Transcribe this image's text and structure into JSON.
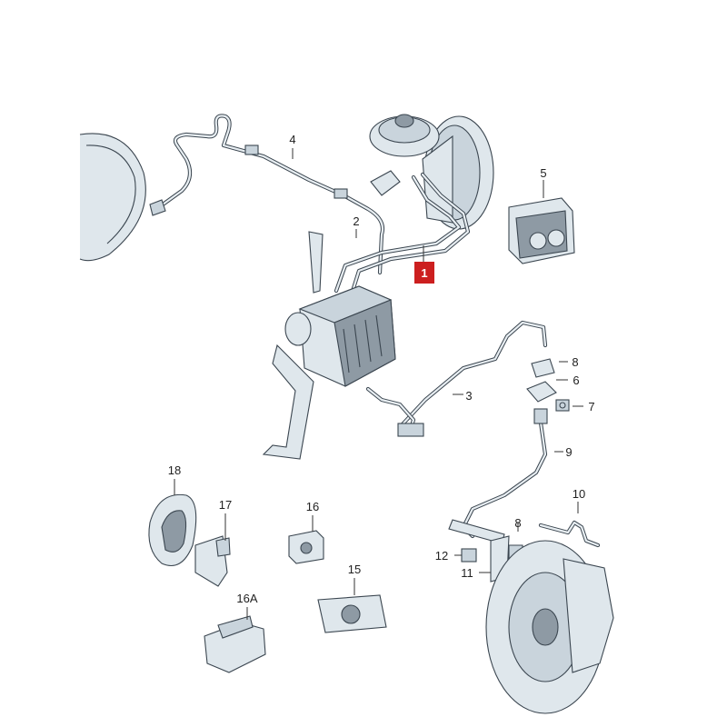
{
  "diagram": {
    "callouts": [
      {
        "id": "c1",
        "label": "1",
        "highlight": true
      },
      {
        "id": "c2",
        "label": "2"
      },
      {
        "id": "c3",
        "label": "3"
      },
      {
        "id": "c4",
        "label": "4"
      },
      {
        "id": "c5",
        "label": "5"
      },
      {
        "id": "c6",
        "label": "6"
      },
      {
        "id": "c7",
        "label": "7"
      },
      {
        "id": "c8a",
        "label": "8"
      },
      {
        "id": "c8b",
        "label": "8"
      },
      {
        "id": "c9",
        "label": "9"
      },
      {
        "id": "c10",
        "label": "10"
      },
      {
        "id": "c11",
        "label": "11"
      },
      {
        "id": "c12",
        "label": "12"
      },
      {
        "id": "c15",
        "label": "15"
      },
      {
        "id": "c16",
        "label": "16"
      },
      {
        "id": "c16a",
        "label": "16A"
      },
      {
        "id": "c17",
        "label": "17"
      },
      {
        "id": "c18",
        "label": "18"
      }
    ],
    "colors": {
      "highlight": "#cc1f1f",
      "outline": "#3b4650",
      "fill": "#dfe7ec"
    }
  }
}
